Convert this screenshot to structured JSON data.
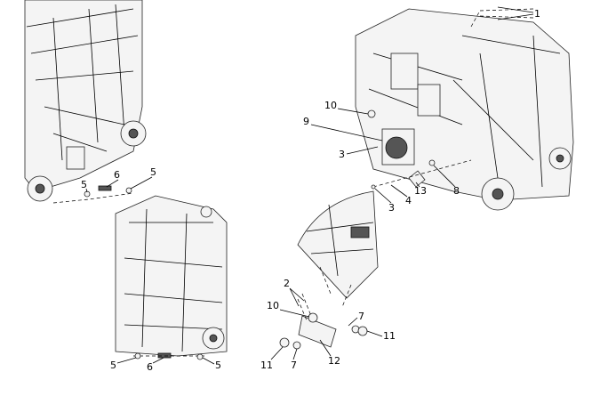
{
  "diagram": {
    "type": "exploded-parts-diagram",
    "callouts": {
      "main_view": [
        "1",
        "10",
        "9",
        "3",
        "13",
        "8",
        "4",
        "3"
      ],
      "top_left_view": [
        "5",
        "6",
        "5"
      ],
      "bottom_left_view": [
        "5",
        "6",
        "5"
      ],
      "detail_view": [
        "2",
        "10",
        "11",
        "7",
        "12",
        "7",
        "11"
      ]
    }
  }
}
